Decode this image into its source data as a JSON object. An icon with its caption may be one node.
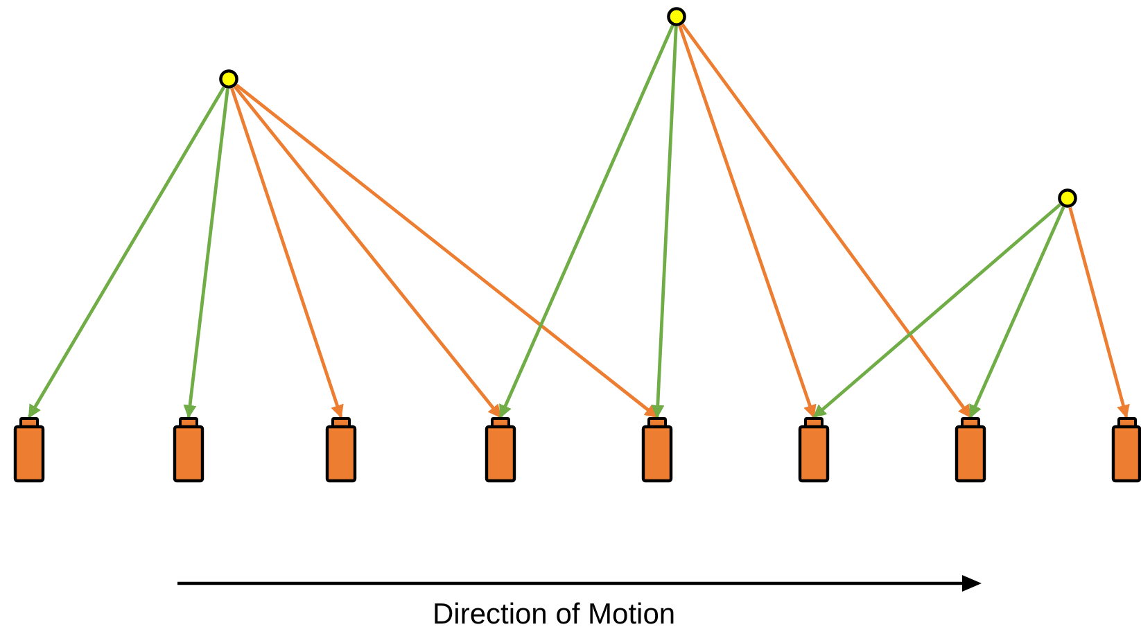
{
  "diagram": {
    "nodes": [
      {
        "text": [],
        "shape": "circle"
      },
      {
        "text": [],
        "shape": "circle"
      },
      {
        "text": [],
        "shape": "circle"
      },
      {
        "text": [],
        "shape": "box"
      },
      {
        "text": [],
        "shape": "box"
      },
      {
        "text": [],
        "shape": "box"
      },
      {
        "text": [],
        "shape": "box"
      },
      {
        "text": [],
        "shape": "box"
      },
      {
        "text": [],
        "shape": "box"
      },
      {
        "text": [],
        "shape": "box"
      },
      {
        "text": [],
        "shape": "box"
      }
    ],
    "edges": [
      {
        "from": 0,
        "to": 3,
        "arrow": "to",
        "color": "#70ad47"
      },
      {
        "from": 0,
        "to": 4,
        "arrow": "to",
        "color": "#70ad47"
      },
      {
        "from": 0,
        "to": 5,
        "arrow": "to",
        "color": "#ed7d31"
      },
      {
        "from": 0,
        "to": 6,
        "arrow": "to",
        "color": "#ed7d31"
      },
      {
        "from": 0,
        "to": 7,
        "arrow": "to",
        "color": "#ed7d31"
      },
      {
        "from": 1,
        "to": 6,
        "arrow": "to",
        "color": "#70ad47"
      },
      {
        "from": 1,
        "to": 7,
        "arrow": "to",
        "color": "#70ad47"
      },
      {
        "from": 1,
        "to": 8,
        "arrow": "to",
        "color": "#ed7d31"
      },
      {
        "from": 1,
        "to": 9,
        "arrow": "to",
        "color": "#ed7d31"
      },
      {
        "from": 2,
        "to": 8,
        "arrow": "to",
        "color": "#70ad47"
      },
      {
        "from": 2,
        "to": 9,
        "arrow": "to",
        "color": "#70ad47"
      },
      {
        "from": 2,
        "to": 10,
        "arrow": "to",
        "color": "#ed7d31"
      }
    ],
    "labels": [
      "Direction of Motion"
    ]
  }
}
